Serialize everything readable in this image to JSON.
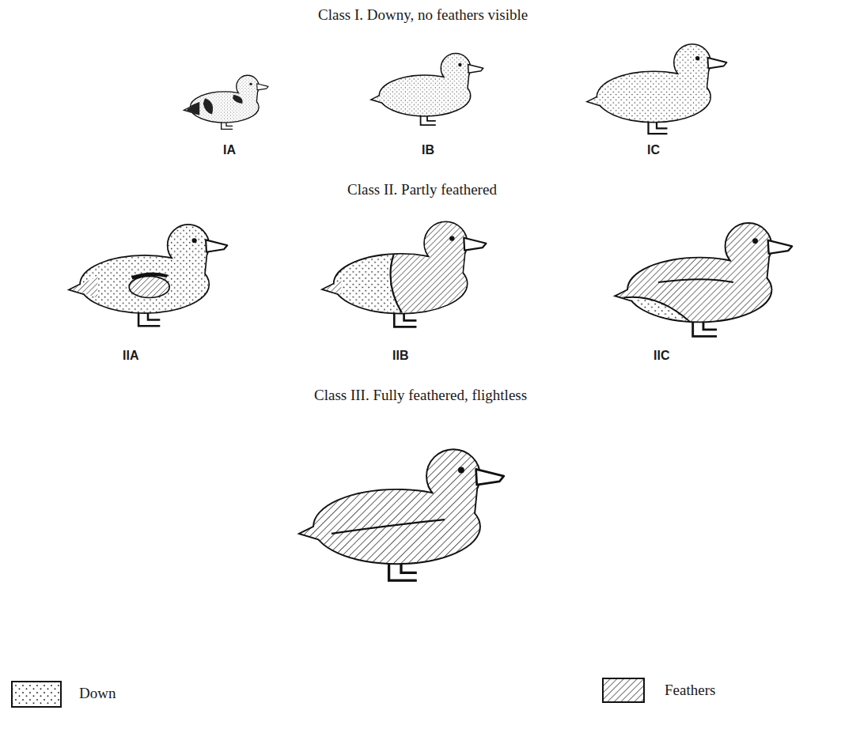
{
  "diagram": {
    "labels": [
      "Class I. Downy, no feathers visible",
      "IA",
      "IB",
      "IC",
      "Class II. Partly feathered",
      "IIA",
      "IIB",
      "IIC",
      "Class III. Fully feathered, flightless"
    ],
    "legend": [
      {
        "text": "Down"
      },
      {
        "text": "Feathers"
      }
    ]
  }
}
